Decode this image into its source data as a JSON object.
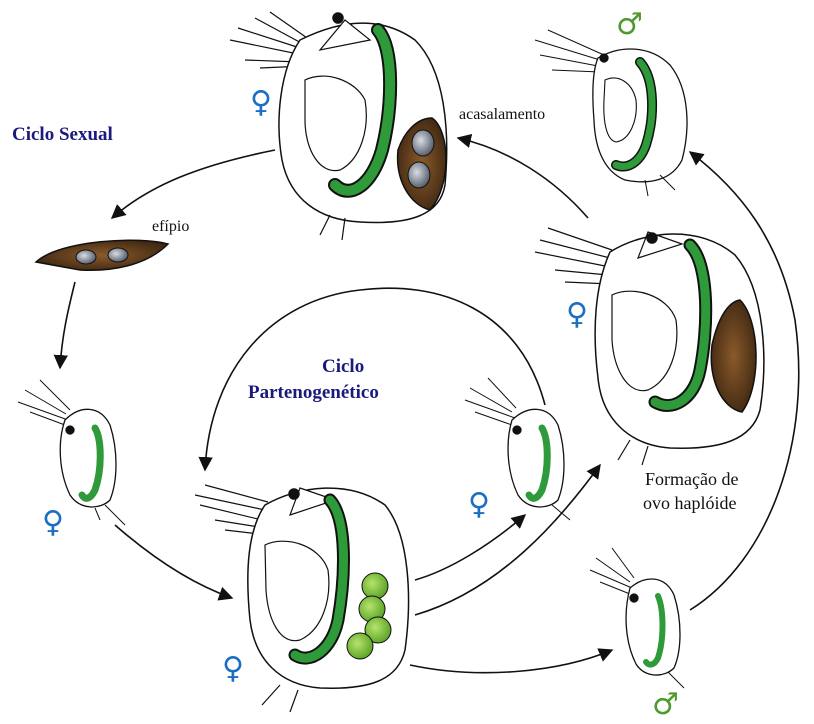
{
  "labels": {
    "ciclo_sexual": "Ciclo Sexual",
    "ciclo_parteno_1": "Ciclo",
    "ciclo_parteno_2": "Partenogenético",
    "acasalamento": "acasalamento",
    "efipio": "efípio",
    "formacao_1": "Formação de",
    "formacao_2": "ovo haplóide"
  },
  "symbols": {
    "female": "♀",
    "male": "♂"
  },
  "colors": {
    "cycle_title": "#1a1a7e",
    "female_symbol": "#1b6ec2",
    "male_symbol": "#4f9a2e",
    "gut": "#2e9a3a",
    "ephippium": "#5a3a1a",
    "parthenogenetic_egg": "#7cc23a",
    "outline": "#111111"
  }
}
